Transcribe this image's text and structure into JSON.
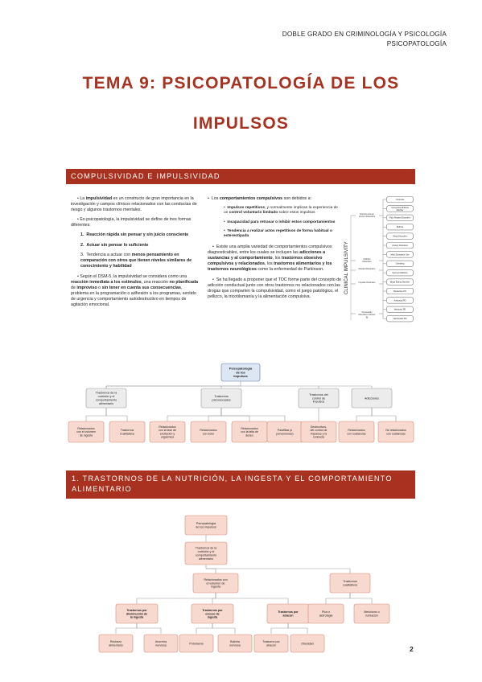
{
  "header": {
    "line1": "DOBLE GRADO EN CRIMINOLOGÍA Y PSICOLOGÍA",
    "line2": "PSICOPATOLOGÍA"
  },
  "title": {
    "line1": "TEMA 9: PSICOPATOLOGÍA DE LOS",
    "line2": "IMPULSOS"
  },
  "section1": {
    "heading": "COMPULSIVIDAD E IMPULSIVIDAD",
    "left": {
      "p1_a": "La ",
      "p1_b": "impulsividad",
      "p1_c": " es un constructo de gran importancia en la investigación y campos clínicos relacionados con las conductas de riesgo y algunos trastornos mentales.",
      "p2": "En psicopatología, la impulsividad se define de tres formas diferentes:",
      "li1": "Reacción rápida sin pensar y sin juicio consciente",
      "li2": "Actuar sin pensar lo suficiente",
      "li3_a": "Tendencia a actuar con ",
      "li3_b": "menos pensamiento en comparación con otros que tienen niveles similares de conocimiento y habilidad",
      "p3_a": "Según el DSM-5, la impulsividad se considera como una ",
      "p3_b": "reacción inmediata a los estímulos",
      "p3_c": ", una reacción ",
      "p3_d": "no planificada",
      "p3_e": " de ",
      "p3_f": "improviso",
      "p3_g": " o ",
      "p3_h": "sin tener en cuenta sus consecuencias",
      "p3_i": ", problema en la programación o adhesión a los programas, sentido de urgencia y comportamiento autodestructivo en tiempos de agitación emocional."
    },
    "right": {
      "p1_a": "Los ",
      "p1_b": "comportamientos compulsivos",
      "p1_c": " son debidos a:",
      "li1_a": "Impulsos repetitivos",
      "li1_b": ", y normalmente implican la experiencia de un ",
      "li1_c": "control voluntario limitado",
      "li1_d": " sobre estos impulsos",
      "li2": "Incapacidad para retrasar o inhibir estos comportamientos",
      "li3": "Tendencia a realizar actos repetitivos de forma habitual o estereotipada",
      "p2_a": "Existe una amplia variedad de comportamientos compulsivos diagnosticables, entre los cuales se incluyen las ",
      "p2_b": "adicciones a sustancias y al comportamiento",
      "p2_c": ", los ",
      "p2_d": "trastornos obsesivo compulsivos y relacionados",
      "p2_e": ", los ",
      "p2_f": "trastornos alimentarios y los trastornos neurológicos",
      "p2_g": " como la enfermedad de Parkinson.",
      "p3": "Se ha llegado a proponer que el TOC forme parte del concepto de adicción conductual junto con otros trastornos no relacionados con las drogas que comparten la compulsividad, como el juego patológico, el pellizco, la tricotilomanía y la alimentación compulsiva."
    },
    "figure": {
      "axis_label": "CLINICAL IMPULSIVITY",
      "groups": [
        "Emotion-driven Control Disorders",
        "Inhibitor Disorders",
        "Reward Disorders",
        "Impulse Disorders",
        "Personality Disorders (Cluster B)"
      ],
      "items": [
        "Anorexia",
        "Conversion Bulimia disorder",
        "Pain Related Disorders",
        "Bulimia",
        "Sleep Disorders",
        "Anxiety Disorders",
        "Multi Substance Use",
        "Gambling",
        "Internet Addiction",
        "Binge Eating Disorder",
        "Borderline PD",
        "Antisocial PD",
        "Histrionic PD",
        "Narcissistic PD"
      ]
    }
  },
  "diagram1": {
    "root": "Psicopatología de los impulsos",
    "level1": [
      "Trastornos de la nutrición y el comportamiento alimentario",
      "Trastornos psicosexuales",
      "Trastornos del control de impulsos",
      "Adicciones"
    ],
    "level2": [
      "Relacionados con el volumen de ingesta",
      "Trastornos Cualitativos",
      "Relacionados con la fase de excitación y orgásmica",
      "Relacionados con dolor",
      "Relacionados con la falta de deseo",
      "Parafilias (o perversiones)",
      "Destructivos, del control de impulsos y la conducta",
      "Relacionados con sustancias",
      "No relacionados con sustancias"
    ]
  },
  "section2": {
    "heading_line1": "1. TRASTORNOS DE LA NUTRICIÓN, LA INGESTA Y EL COMPORTAMIENTO",
    "heading_line2": "ALIMENTARIO"
  },
  "diagram2": {
    "root": "Psicopatología de los impulsos",
    "level1": "Trastornos de la nutrición y el comportamiento alimentario",
    "level2": [
      "Relacionados con el volumen de ingesta",
      "Trastornos cualitativos"
    ],
    "level3": [
      "Trastornos por disminución de la ingesta",
      "Trastornos por exceso de ingesta",
      "Trastornos por atracón",
      "Pica o alotrofagia",
      "Mericismo o rumiación"
    ],
    "level4": [
      "Rechazo alimentario",
      "Anorexia nerviosa",
      "Potomanía",
      "Bulimia nerviosa",
      "Trastorno por atracón",
      "Obesidad"
    ]
  },
  "page_number": "2",
  "colors": {
    "accent": "#a8321f",
    "node_fill": "#f7d9cf",
    "node_stroke": "#d48a76"
  }
}
